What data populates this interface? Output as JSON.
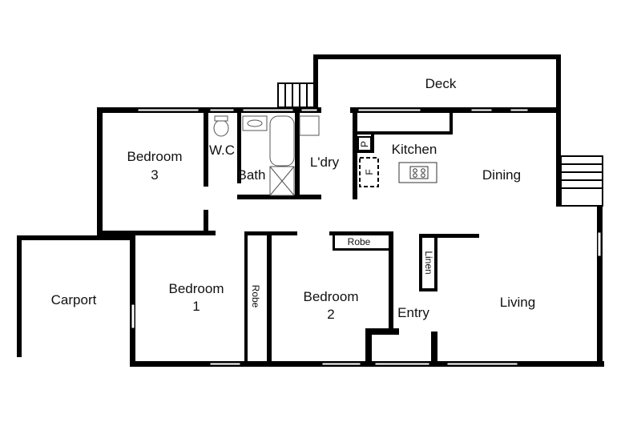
{
  "rooms": {
    "deck": "Deck",
    "bedroom3": [
      "Bedroom",
      "3"
    ],
    "wc": "W.C",
    "bath": "Bath",
    "laundry": "L'dry",
    "kitchen": "Kitchen",
    "dining": "Dining",
    "carport": "Carport",
    "bedroom1": [
      "Bedroom",
      "1"
    ],
    "robe1": "Robe",
    "bedroom2": [
      "Bedroom",
      "2"
    ],
    "robe2": "Robe",
    "linen": "Linen",
    "entry": "Entry",
    "living": "Living",
    "pantry": "P",
    "fridge": "F"
  },
  "colors": {
    "wall": "#000000",
    "background": "#ffffff"
  }
}
